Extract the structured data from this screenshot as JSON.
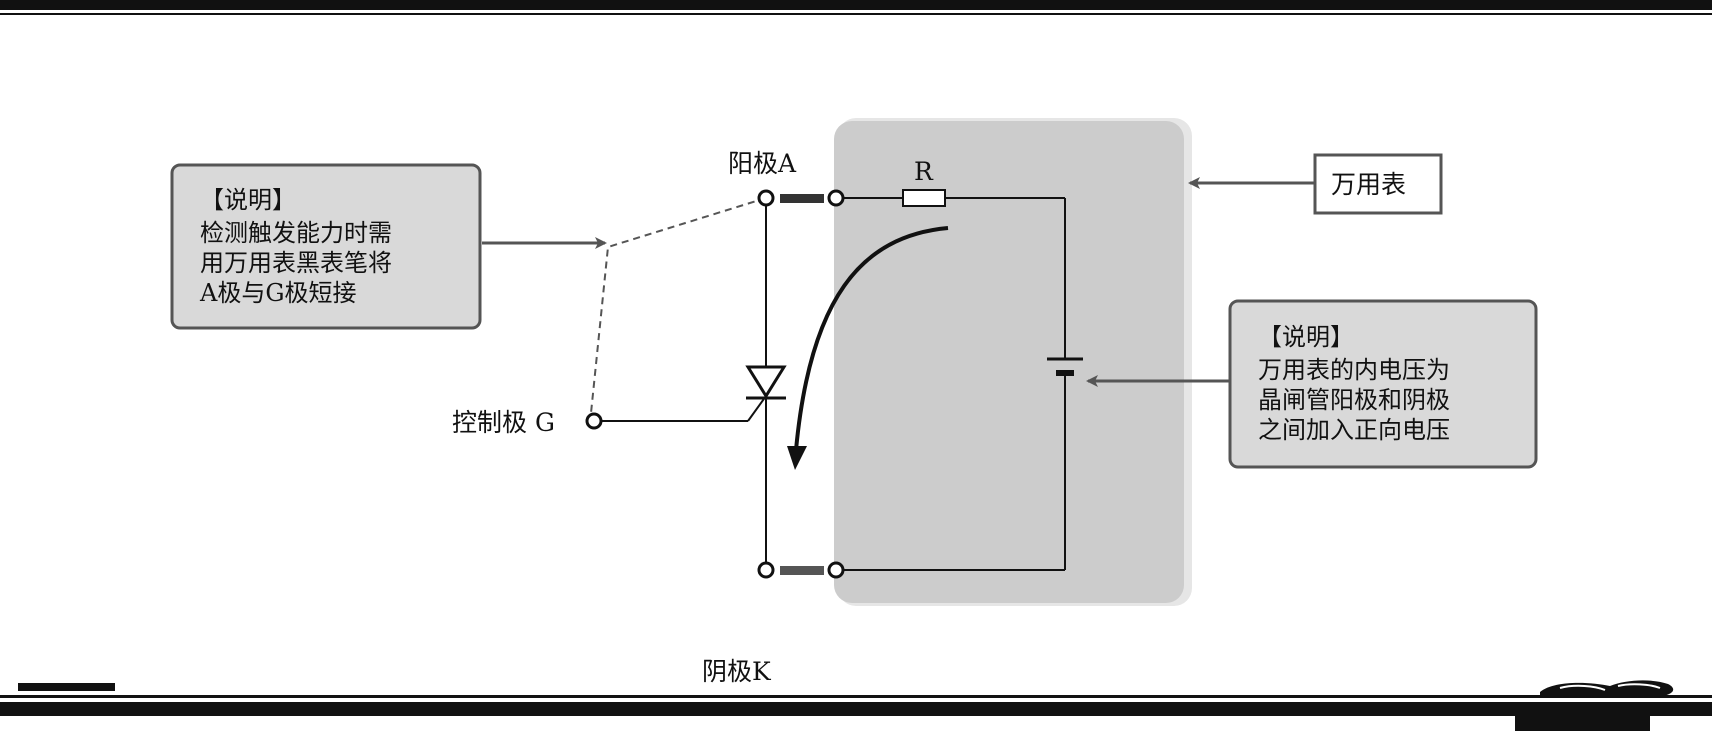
{
  "colors": {
    "background": "#ffffff",
    "ink": "#111111",
    "meter_panel": "#cccccc",
    "note_box": "#d9d9d9",
    "arrow": "#555555"
  },
  "labels": {
    "anode": "阳极A",
    "cathode": "阴极K",
    "gate": "控制极 G",
    "resistor": "R",
    "meter": "万用表"
  },
  "note_left": {
    "title": "【说明】",
    "lines": [
      "检测触发能力时需",
      "用万用表黑表笔将",
      "A极与G极短接"
    ]
  },
  "note_right": {
    "title": "【说明】",
    "lines": [
      "万用表的内电压为",
      "晶闸管阳极和阴极",
      "之间加入正向电压"
    ]
  }
}
